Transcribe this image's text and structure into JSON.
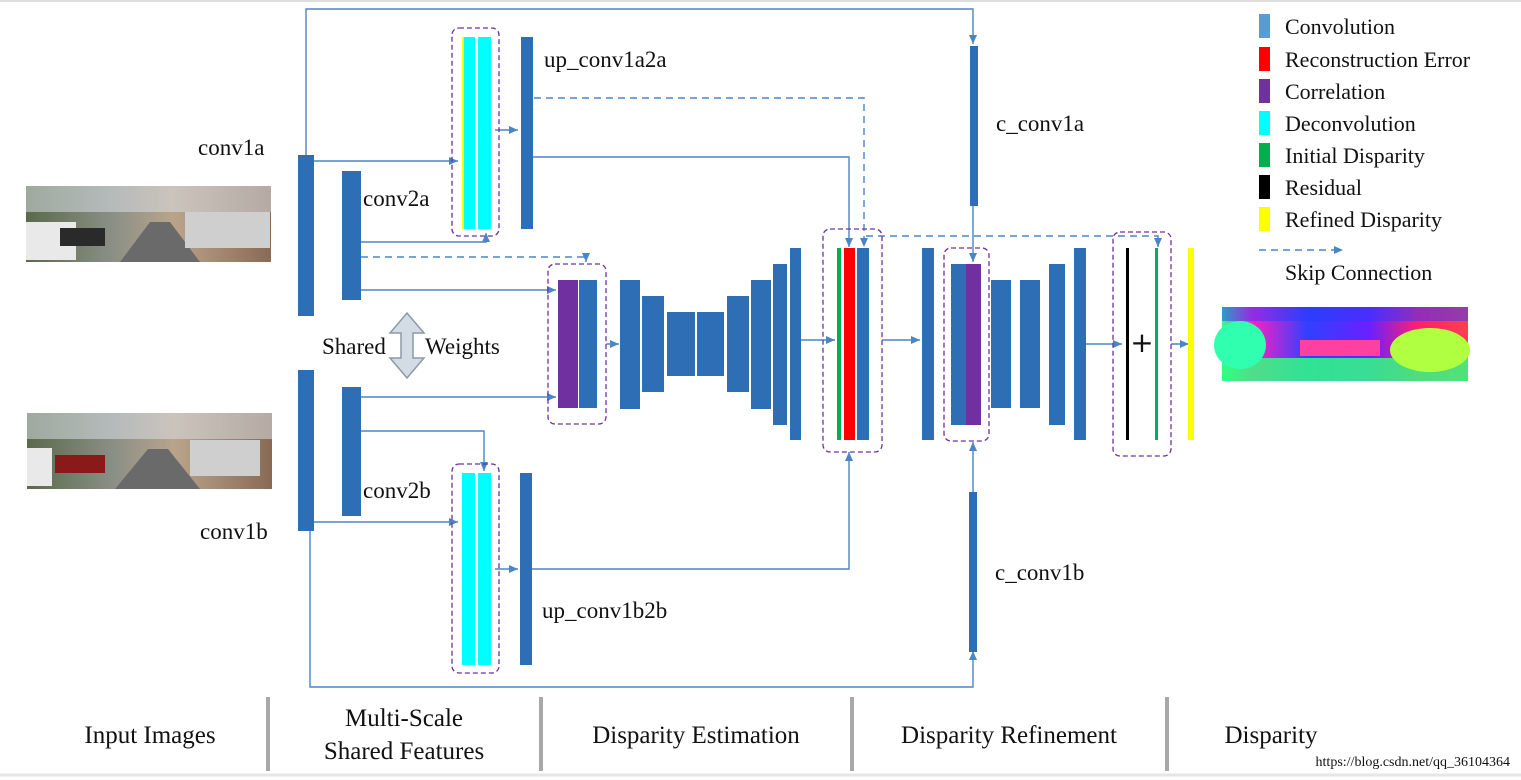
{
  "labels": {
    "conv1a": "conv1a",
    "conv2a": "conv2a",
    "conv1b": "conv1b",
    "conv2b": "conv2b",
    "up_conv1a2a": "up_conv1a2a",
    "up_conv1b2b": "up_conv1b2b",
    "c_conv1a": "c_conv1a",
    "c_conv1b": "c_conv1b",
    "shared": "Shared",
    "weights": "Weights",
    "plus": "+"
  },
  "legend": [
    {
      "label": "Convolution",
      "color": "#5b9bd5"
    },
    {
      "label": "Reconstruction Error",
      "color": "#ff0000"
    },
    {
      "label": "Correlation",
      "color": "#7030a0"
    },
    {
      "label": "Deconvolution",
      "color": "#00ffff"
    },
    {
      "label": "Initial Disparity",
      "color": "#00b050"
    },
    {
      "label": "Residual",
      "color": "#000000"
    },
    {
      "label": "Refined Disparity",
      "color": "#ffff00"
    }
  ],
  "skip_connection_label": "Skip Connection",
  "stages": {
    "input": "Input Images",
    "multiscale_line1": "Multi-Scale",
    "multiscale_line2": "Shared Features",
    "estimation": "Disparity Estimation",
    "refinement": "Disparity Refinement",
    "disparity": "Disparity"
  },
  "watermark": "https://blog.csdn.net/qq_36104364",
  "colors": {
    "conv": "#2e6eb5",
    "arrow": "#4a86c5",
    "group_border": "#7030a0",
    "deconv": "#00ffff",
    "correlation": "#7030a0",
    "initial_disparity": "#00b050",
    "reconstruction_error": "#ff0000",
    "residual": "#000000",
    "refined_disparity": "#ffff00"
  }
}
